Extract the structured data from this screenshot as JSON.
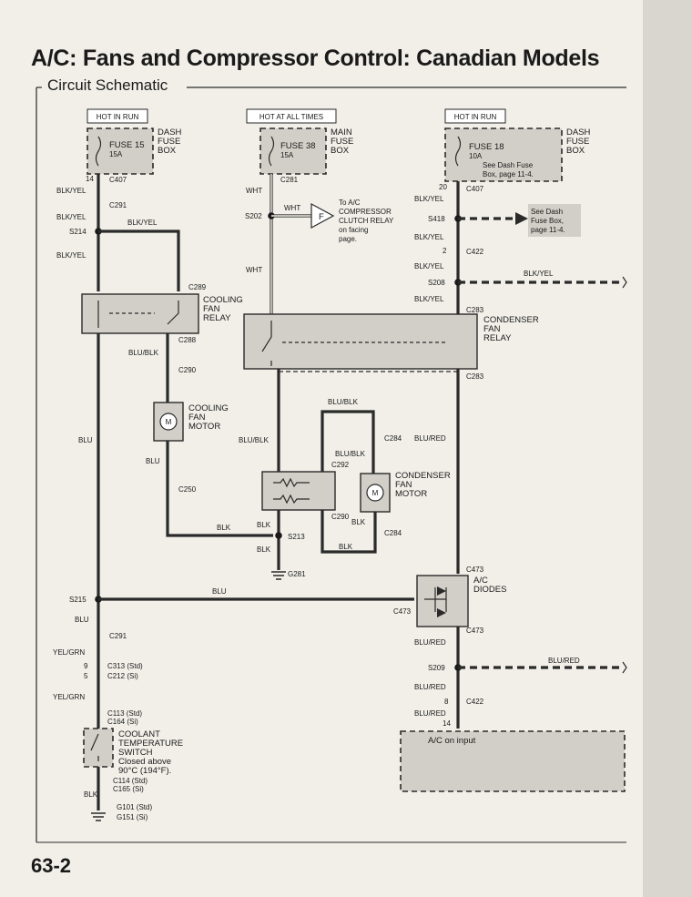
{
  "title": "A/C: Fans and Compressor Control: Canadian Models",
  "section": "Circuit Schematic",
  "page_number": "63-2",
  "hot_in_run_1": "HOT IN RUN",
  "hot_at_all_times": "HOT AT ALL TIMES",
  "hot_in_run_2": "HOT IN RUN",
  "fuse15": {
    "name": "FUSE 15",
    "rating": "15A",
    "box_l1": "DASH",
    "box_l2": "FUSE",
    "box_l3": "BOX"
  },
  "fuse38": {
    "name": "FUSE 38",
    "rating": "15A",
    "box_l1": "MAIN",
    "box_l2": "FUSE",
    "box_l3": "BOX"
  },
  "fuse18": {
    "name": "FUSE 18",
    "rating": "10A",
    "note_l1": "See Dash Fuse",
    "note_l2": "Box, page 11-4.",
    "box_l1": "DASH",
    "box_l2": "FUSE",
    "box_l3": "BOX"
  },
  "components": {
    "cooling_relay_l1": "COOLING",
    "cooling_relay_l2": "FAN",
    "cooling_relay_l3": "RELAY",
    "condenser_relay_l1": "CONDENSER",
    "condenser_relay_l2": "FAN",
    "condenser_relay_l3": "RELAY",
    "cooling_motor_l1": "COOLING",
    "cooling_motor_l2": "FAN",
    "cooling_motor_l3": "MOTOR",
    "condenser_motor_l1": "CONDENSER",
    "condenser_motor_l2": "FAN",
    "condenser_motor_l3": "MOTOR",
    "diodes_l1": "A/C",
    "diodes_l2": "DIODES",
    "switch_l1": "COOLANT",
    "switch_l2": "TEMPERATURE",
    "switch_l3": "SWITCH",
    "switch_l4": "Closed above",
    "switch_l5": "90°C (194°F).",
    "motor_symbol": "M",
    "clutch_connector": "F",
    "clutch_l1": "To A/C",
    "clutch_l2": "COMPRESSOR",
    "clutch_l3": "CLUTCH RELAY",
    "clutch_l4": "on facing",
    "clutch_l5": "page.",
    "s418_note_l1": "See Dash",
    "s418_note_l2": "Fuse Box,",
    "s418_note_l3": "page 11-4.",
    "ac_input": "A/C on input"
  },
  "wires": {
    "blk_yel": "BLK/YEL",
    "wht": "WHT",
    "blu_blk": "BLU/BLK",
    "blu": "BLU",
    "blk": "BLK",
    "blu_red": "BLU/RED",
    "yel_grn": "YEL/GRN"
  },
  "connectors": {
    "c407": "C407",
    "c291": "C291",
    "c281": "C281",
    "c289": "C289",
    "c288": "C288",
    "c290": "C290",
    "c250": "C250",
    "c292": "C292",
    "c284": "C284",
    "c283": "C283",
    "c422": "C422",
    "c473": "C473",
    "c313": "C313 (Std)",
    "c212": "C212 (Si)",
    "c113": "C113 (Std)",
    "c164": "C164 (Si)",
    "c114": "C114 (Std)",
    "c165": "C165 (Si)"
  },
  "splices": {
    "s214": "S214",
    "s202": "S202",
    "s418": "S418",
    "s208": "S208",
    "s213": "S213",
    "s215": "S215",
    "s209": "S209"
  },
  "grounds": {
    "g281": "G281",
    "g101": "G101 (Std)",
    "g151": "G151 (Si)"
  },
  "pins": {
    "p14": "14",
    "p20": "20",
    "p2": "2",
    "p9": "9",
    "p5": "5",
    "p8": "8",
    "p14b": "14"
  }
}
